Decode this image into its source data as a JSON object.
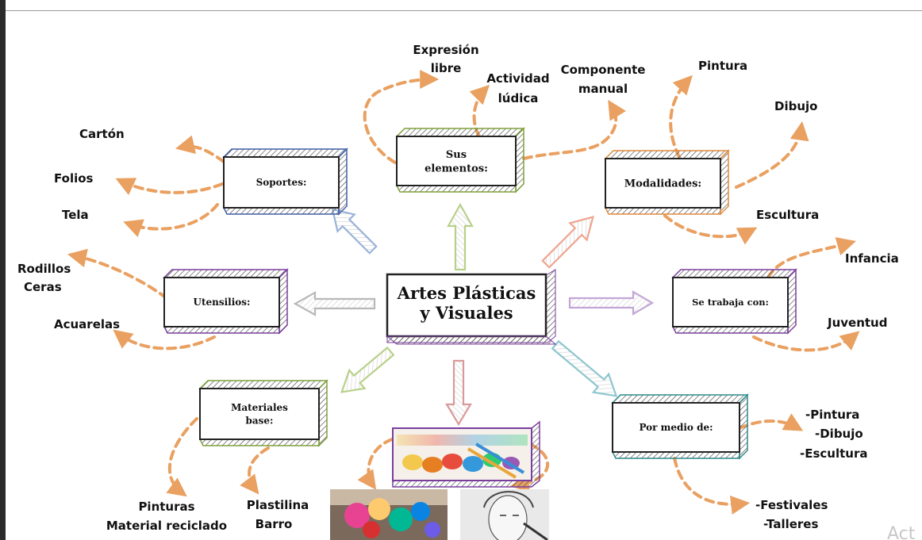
{
  "center": {
    "lines": [
      "Artes Plásticas",
      "y Visuales"
    ],
    "color": "#7a3e9d"
  },
  "nodes": [
    {
      "id": "soportes",
      "lines": [
        "Soportes:"
      ],
      "color": "#3f5fa8"
    },
    {
      "id": "elementos",
      "lines": [
        "Sus",
        "elementos:"
      ],
      "color": "#7fa13b"
    },
    {
      "id": "modalidades",
      "lines": [
        "Modalidades:"
      ],
      "color": "#e08a3a"
    },
    {
      "id": "utensilios",
      "lines": [
        "Utensilios:"
      ],
      "color": "#7a3e9d"
    },
    {
      "id": "trabaja",
      "lines": [
        "Se trabaja con:"
      ],
      "color": "#7a3e9d"
    },
    {
      "id": "materiales",
      "lines": [
        "Materiales",
        "base:"
      ],
      "color": "#7fa13b"
    },
    {
      "id": "medio",
      "lines": [
        "Por medio de:"
      ],
      "color": "#2e8a8a"
    }
  ],
  "leaves": {
    "soportes": [
      "Cartón",
      "Folios",
      "Tela"
    ],
    "elementos": [
      "Expresión libre",
      "Actividad lúdica",
      "Componente manual"
    ],
    "modalidades": [
      "Pintura",
      "Dibujo",
      "Escultura"
    ],
    "utensilios": [
      "Rodillos",
      "Ceras",
      "Acuarelas"
    ],
    "trabaja": [
      "Infancia",
      "Juventud"
    ],
    "materiales": [
      "Pinturas",
      "Material reciclado",
      "Plastilina",
      "Barro"
    ],
    "medio": [
      "-Pintura",
      "-Dibujo",
      "-Escultura",
      "-Festivales",
      "-Talleres"
    ]
  },
  "leaf_text": {
    "expresion": [
      "Expresión",
      "libre"
    ],
    "actividad": [
      "Actividad",
      "lúdica"
    ],
    "componente": [
      "Componente",
      "manual"
    ],
    "pinturas_reciclado": [
      "Pinturas",
      "Material reciclado"
    ],
    "plastilina_barro": [
      "Plastilina",
      "Barro"
    ],
    "rodillos_ceras": [
      "Rodillos",
      "Ceras"
    ]
  },
  "arrow_colors": {
    "dashed": "#e9a060",
    "soportes": "#9bb3d8",
    "elementos": "#b9d08a",
    "modalidades": "#efa58f",
    "utensilios": "#b8b8b8",
    "trabaja": "#c3a6d6",
    "materiales": "#b9d08a",
    "imagenes": "#d99a9a",
    "medio": "#8ec6cf"
  },
  "watermark": "Act",
  "images": [
    "paints-photo",
    "carnival-photo",
    "portrait-sketch"
  ]
}
